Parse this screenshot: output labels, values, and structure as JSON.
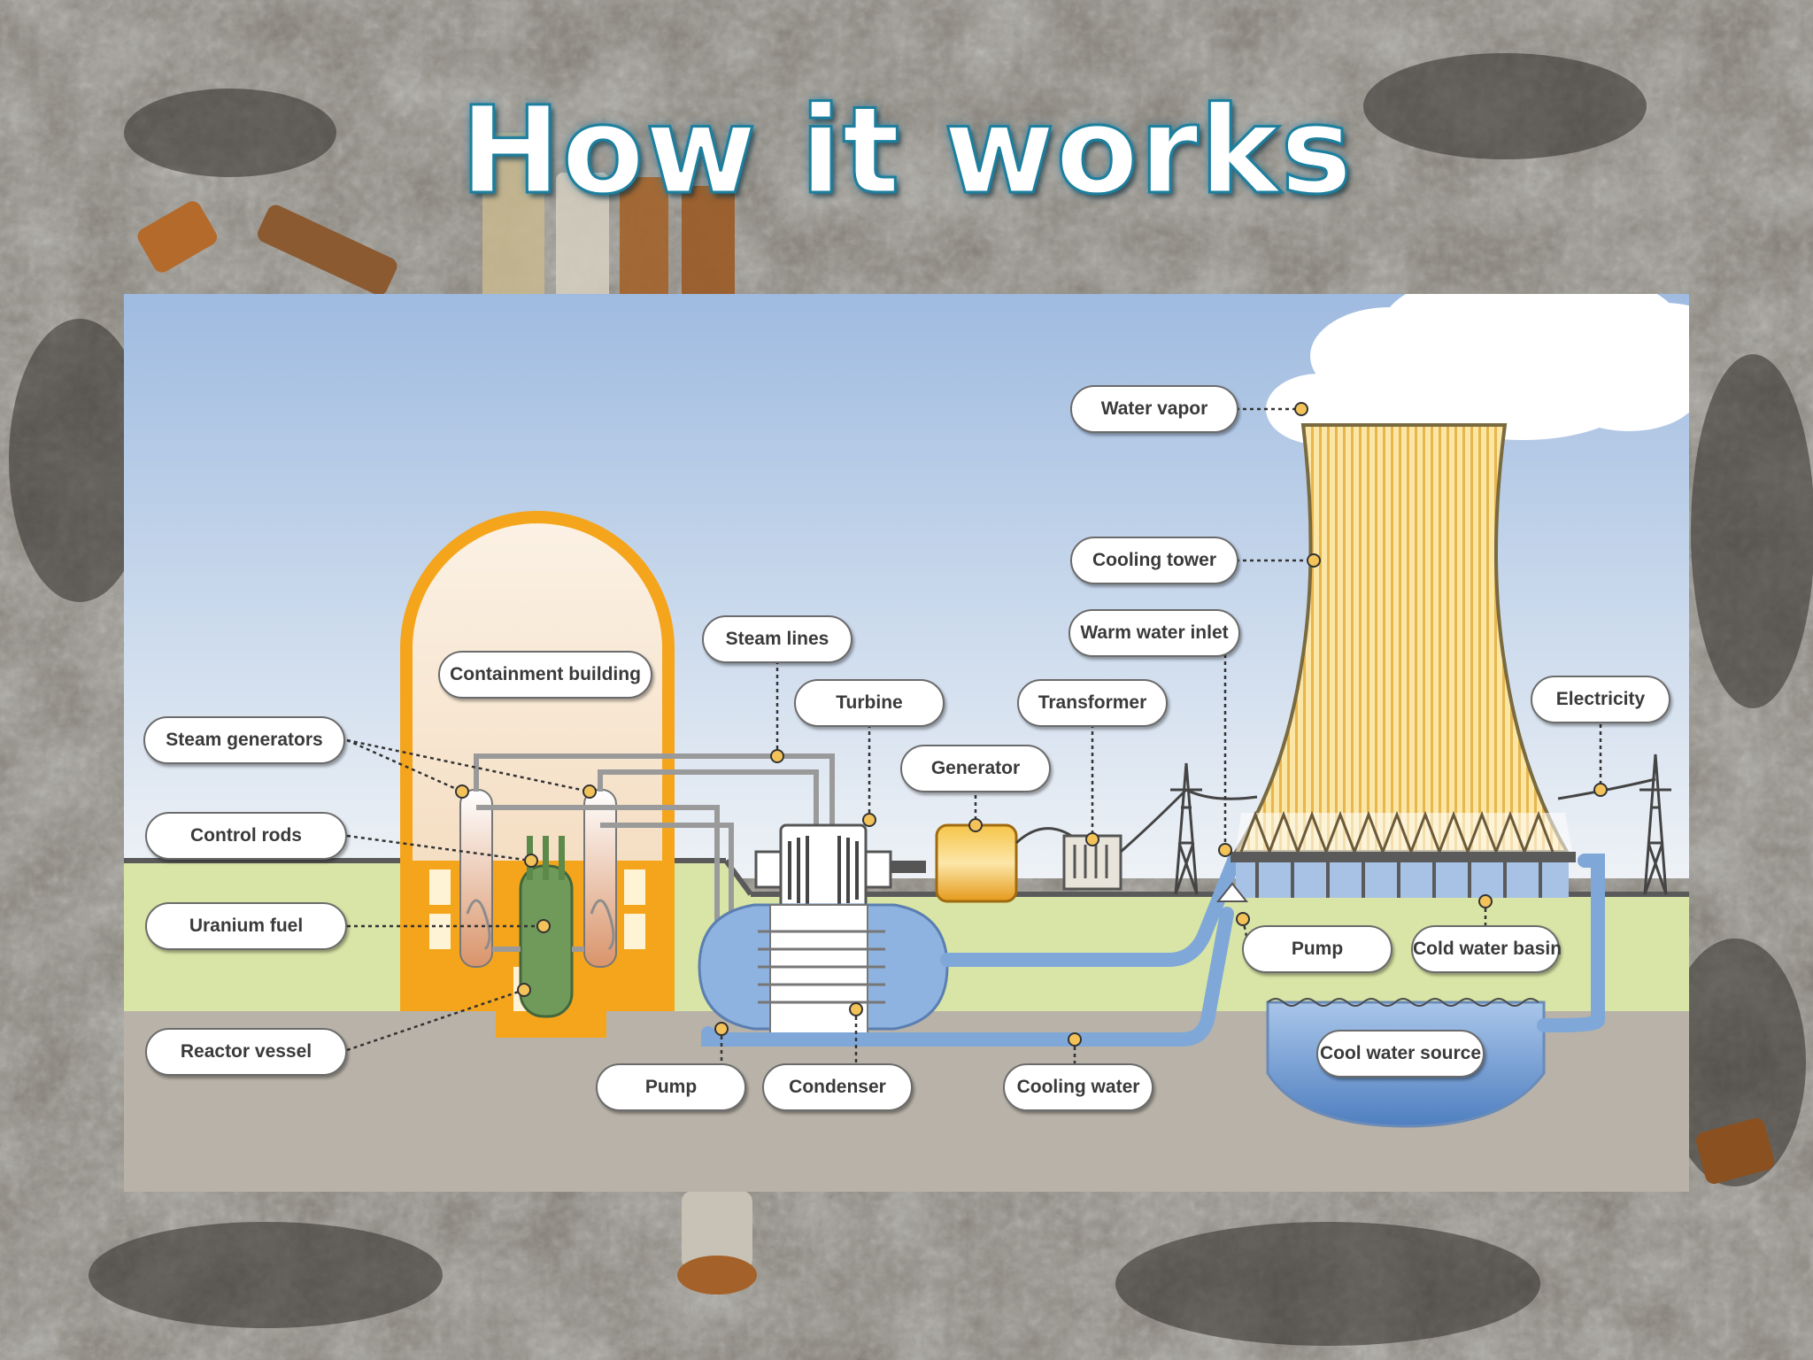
{
  "slide": {
    "title": "How it works"
  },
  "diagram": {
    "labels": {
      "water_vapor": "Water vapor",
      "cooling_tower": "Cooling tower",
      "warm_water_inlet": "Warm water inlet",
      "steam_lines": "Steam lines",
      "containment_building": "Containment building",
      "turbine": "Turbine",
      "transformer": "Transformer",
      "electricity": "Electricity",
      "steam_generators": "Steam generators",
      "generator": "Generator",
      "control_rods": "Control rods",
      "uranium_fuel": "Uranium fuel",
      "pump_right": "Pump",
      "cold_water_basin": "Cold water basin",
      "reactor_vessel": "Reactor vessel",
      "cool_water_source": "Cool water source",
      "pump_left": "Pump",
      "condenser": "Condenser",
      "cooling_water": "Cooling water"
    },
    "colors": {
      "containment": "#f5a51c",
      "reactor_vessel": "#6f9a5a",
      "tower": "#f3d27a",
      "water": "#7fa7d8",
      "ground": "#d9e5a6",
      "soil": "#b8b2a8",
      "sky_top": "#9fbbe0",
      "sky_bottom": "#e9eef5",
      "generator": "#f4b731"
    }
  }
}
